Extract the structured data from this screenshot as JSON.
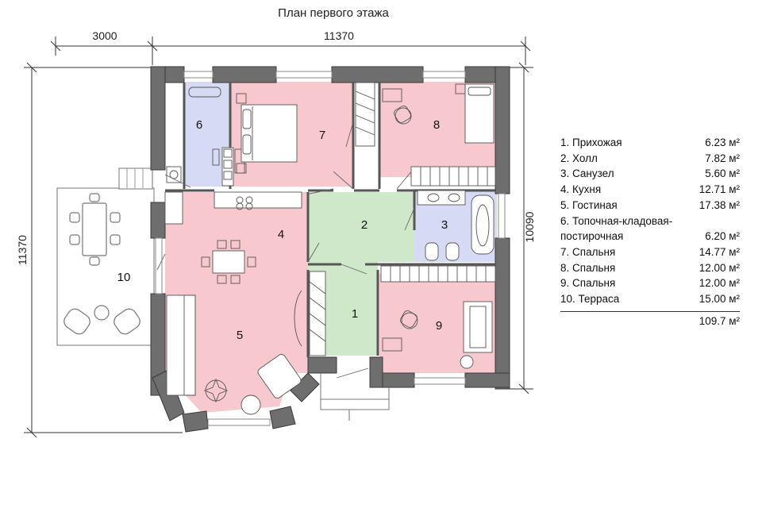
{
  "title": "План первого этажа",
  "dimensions": {
    "top_left": "3000",
    "top_main": "11370",
    "left_height": "11370",
    "right_height": "10090"
  },
  "room_labels": [
    "1",
    "2",
    "3",
    "4",
    "5",
    "6",
    "7",
    "8",
    "9",
    "10"
  ],
  "legend": {
    "rows": [
      {
        "name": "1. Прихожая",
        "area": "6.23 м²"
      },
      {
        "name": "2. Холл",
        "area": "7.82 м²"
      },
      {
        "name": "3. Санузел",
        "area": "5.60 м²"
      },
      {
        "name": "4. Кухня",
        "area": "12.71 м²"
      },
      {
        "name": "5. Гостиная",
        "area": "17.38 м²"
      },
      {
        "name": "6. Топочная-кладовая-",
        "area": ""
      },
      {
        "name": "постирочная",
        "area": "6.20 м²"
      },
      {
        "name": "7. Спальня",
        "area": "14.77 м²"
      },
      {
        "name": "8. Спальня",
        "area": "12.00 м²"
      },
      {
        "name": "9. Спальня",
        "area": "12.00 м²"
      },
      {
        "name": "10. Терраса",
        "area": "15.00 м²"
      }
    ],
    "total": "109.7 м²"
  },
  "colors": {
    "wall": "#6e6e6e",
    "bedroom_living": "#f7c9cf",
    "hall_entry": "#cfe8c9",
    "utility_bath": "#d6daf4",
    "terrace_furniture": "#8a8a8a"
  }
}
